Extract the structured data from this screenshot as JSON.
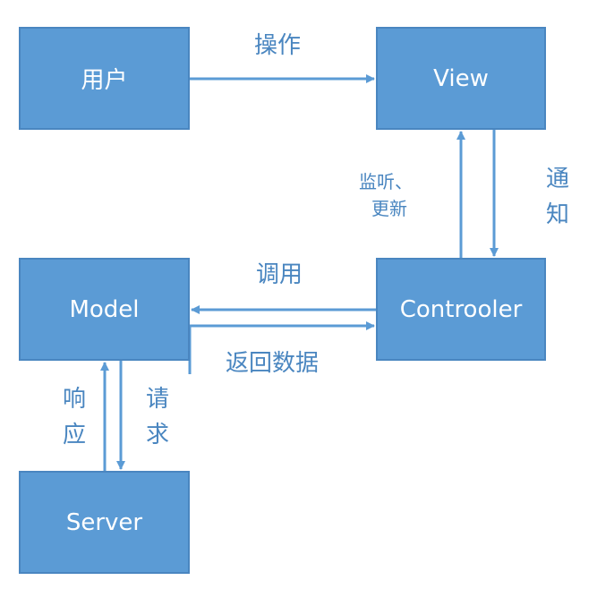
{
  "nodes": {
    "user": "用户",
    "view": "View",
    "model": "Model",
    "controller": "Controoler",
    "server": "Server"
  },
  "edges": {
    "user_to_view": "操作",
    "controller_to_view_notify_line1": "通",
    "controller_to_view_notify_line2": "知",
    "view_to_controller_line1": "监听、",
    "view_to_controller_line2": "更新",
    "controller_to_model": "调用",
    "model_to_controller": "返回数据",
    "server_to_model_line1": "响",
    "server_to_model_line2": "应",
    "model_to_server_line1": "请",
    "model_to_server_line2": "求"
  },
  "colors": {
    "box_fill": "#5b9bd5",
    "box_border": "#4a86c0",
    "box_text": "#ffffff",
    "edge": "#5b9bd5",
    "edge_label": "#4a86c0"
  }
}
